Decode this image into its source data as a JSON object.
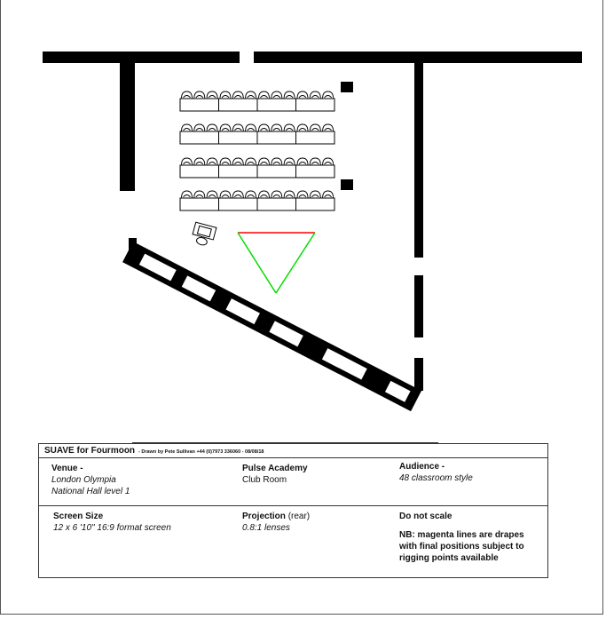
{
  "title_block": {
    "title": "SUAVE for Fourmoon",
    "credit": "- Drawn by Pete Sullivan +44 (0)7973 336060 - 08/08/18",
    "venue_label": "Venue -",
    "venue_line1": "London Olympia",
    "venue_line2": "National Hall level 1",
    "room_label": "Pulse Academy",
    "room_value": "Club Room",
    "audience_label": "Audience -",
    "audience_value": "48 classroom style",
    "screen_label": "Screen Size",
    "screen_value": "12 x 6 '10\" 16:9 format screen",
    "projection_label": "Projection",
    "projection_note": "(rear)",
    "projection_value": "0.8:1 lenses",
    "scale_note": "Do not scale",
    "nb_note": "NB: magenta lines are drapes with final positions subject to rigging points available"
  },
  "plan": {
    "table_rows": 4,
    "tables_per_row": 4,
    "chairs_per_table": 3,
    "projection_top_color": "#ff0000",
    "projection_side_color": "#00dd00"
  }
}
